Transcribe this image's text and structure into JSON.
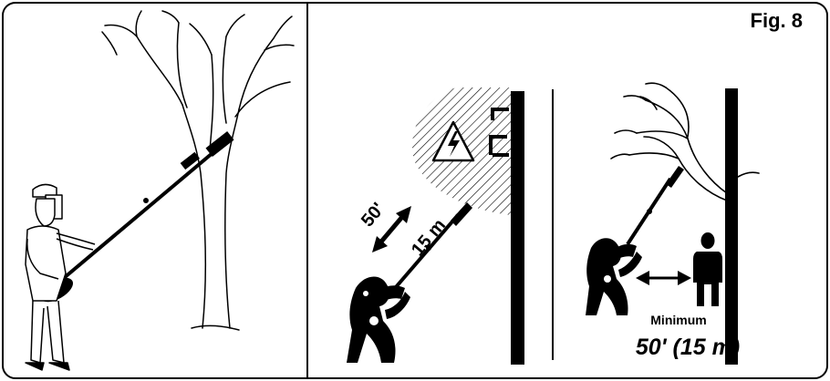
{
  "figure": {
    "label": "Fig. 8"
  },
  "middle_panel": {
    "distance_ft": "50'",
    "distance_m": "15 m",
    "hazard_icon": "electric-hazard-icon"
  },
  "right_panel": {
    "minimum_word": "Minimum",
    "minimum_value": "50' (15 m)"
  },
  "colors": {
    "ink": "#000000",
    "paper": "#ffffff"
  }
}
